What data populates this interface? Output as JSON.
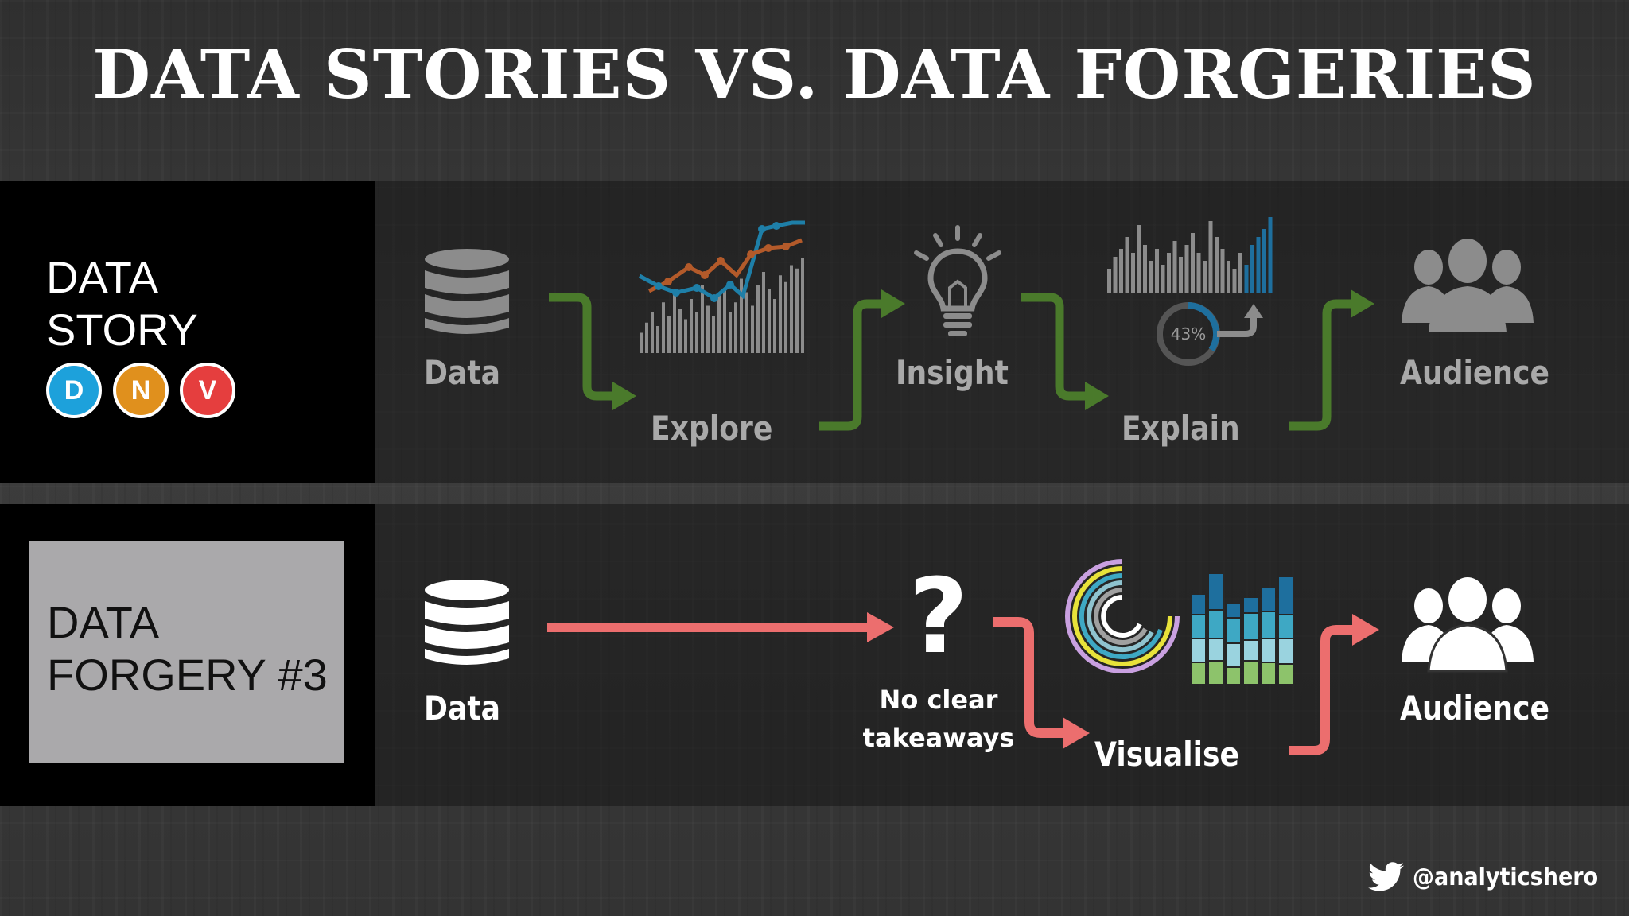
{
  "title": "DATA STORIES VS. DATA FORGERIES",
  "story": {
    "label_line1": "DATA",
    "label_line2": "STORY",
    "badges": [
      "D",
      "N",
      "V"
    ],
    "badge_colors": {
      "d": "#1da1db",
      "n": "#e0901d",
      "v": "#e53e3e"
    },
    "steps": {
      "data": "Data",
      "explore": "Explore",
      "insight": "Insight",
      "explain": "Explain",
      "audience": "Audience"
    },
    "percent": "43%",
    "arrow_color": "#4a7a2b",
    "icons": [
      "database-icon",
      "explore-chart-icon",
      "lightbulb-icon",
      "explain-chart-icon",
      "donut-43-icon",
      "audience-icon"
    ]
  },
  "forgery": {
    "label_line1": "DATA",
    "label_line2": "FORGERY #3",
    "steps": {
      "data": "Data",
      "question": "?",
      "takeaway_line1": "No clear",
      "takeaway_line2": "takeaways",
      "visualise": "Visualise",
      "audience": "Audience"
    },
    "arrow_color": "#ec6e6e",
    "icons": [
      "database-icon",
      "question-mark-icon",
      "radial-chart-icon",
      "stacked-bar-icon",
      "audience-icon"
    ]
  },
  "footer": {
    "handle": "@analyticshero",
    "icon": "twitter-bird-icon"
  }
}
